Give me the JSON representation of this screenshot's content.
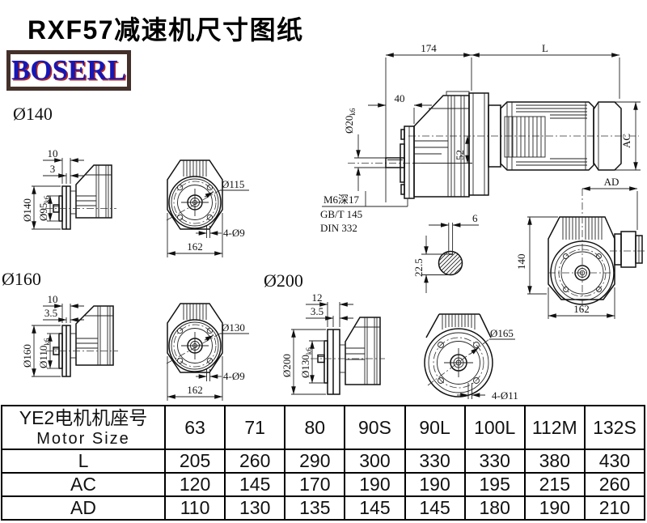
{
  "title": "RXF57减速机尺寸图纸",
  "logo": {
    "text": "BOSERL"
  },
  "views": {
    "side140": {
      "label": "Ø140",
      "dim_a": "10",
      "dim_b": "3",
      "dia_outer": "Ø140",
      "dia_hub": "Ø95",
      "dia_hub_sub": "k6"
    },
    "front115": {
      "bolt_circle": "Ø115",
      "holes": "4-Ø9",
      "width": "162"
    },
    "side160": {
      "label": "Ø160",
      "dim_a": "10",
      "dim_b": "3.5",
      "dia_outer": "Ø160",
      "dia_hub": "Ø110",
      "dia_hub_sub": "k6"
    },
    "front130": {
      "bolt_circle": "Ø130",
      "holes": "4-Ø9",
      "width": "162"
    },
    "side200": {
      "label": "Ø200",
      "dim_a": "12",
      "dim_b": "3.5",
      "dia_outer": "Ø200",
      "dia_hub": "Ø130",
      "dia_hub_sub": "k6"
    },
    "front165": {
      "bolt_circle": "Ø165",
      "holes": "4-Ø11"
    },
    "main": {
      "dim_len": "174",
      "dim_L": "L",
      "dim_40": "40",
      "shaft_dia": "Ø20",
      "shaft_dia_sub": "k6",
      "dim_52": "52",
      "dim_AC": "AC",
      "note1": "M6深17",
      "note2": "GB/T 145",
      "note3": "DIN 332"
    },
    "keyway": {
      "dim_w": "6",
      "dim_h": "22.5"
    },
    "rear": {
      "dim_AD": "AD",
      "dim_140": "140",
      "dim_162": "162"
    }
  },
  "table": {
    "header_cn": "YE2电机机座号",
    "header_en": "Motor Size",
    "columns": [
      "63",
      "71",
      "80",
      "90S",
      "90L",
      "100L",
      "112M",
      "132S"
    ],
    "rows": [
      {
        "label": "L",
        "values": [
          "205",
          "260",
          "290",
          "300",
          "330",
          "330",
          "380",
          "430"
        ]
      },
      {
        "label": "AC",
        "values": [
          "120",
          "145",
          "170",
          "190",
          "190",
          "195",
          "215",
          "260"
        ]
      },
      {
        "label": "AD",
        "values": [
          "110",
          "130",
          "135",
          "145",
          "145",
          "180",
          "190",
          "210"
        ]
      }
    ]
  }
}
